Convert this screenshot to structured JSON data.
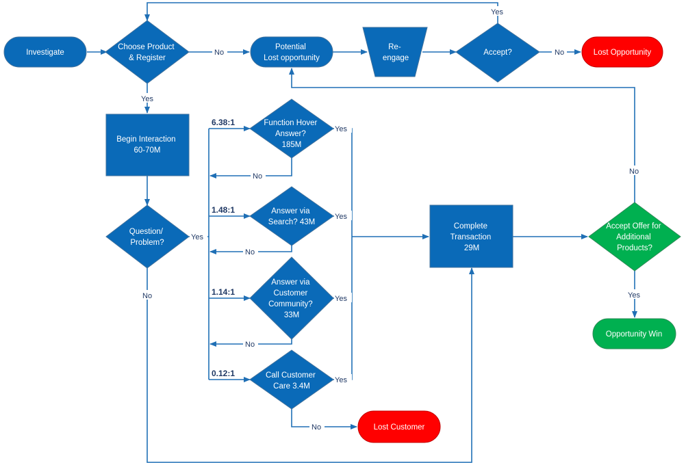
{
  "nodes": {
    "investigate": {
      "lines": [
        "Investigate"
      ]
    },
    "choose_product": {
      "lines": [
        "Choose Product",
        "& Register"
      ]
    },
    "potential_lost": {
      "lines": [
        "Potential",
        "Lost opportunity"
      ]
    },
    "reengage": {
      "lines": [
        "Re-",
        "engage"
      ]
    },
    "accept": {
      "lines": [
        "Accept?"
      ]
    },
    "lost_opportunity": {
      "lines": [
        "Lost Opportunity"
      ]
    },
    "begin_interaction": {
      "lines": [
        "Begin Interaction",
        "60-70M"
      ]
    },
    "question": {
      "lines": [
        "Question/",
        "Problem?"
      ]
    },
    "function_hover": {
      "lines": [
        "Function Hover",
        "Answer?",
        "185M"
      ]
    },
    "answer_search": {
      "lines": [
        "Answer via",
        "Search? 43M"
      ]
    },
    "answer_community": {
      "lines": [
        "Answer via",
        "Customer",
        "Community?",
        "33M"
      ]
    },
    "call_care": {
      "lines": [
        "Call Customer",
        "Care 3.4M"
      ]
    },
    "lost_customer": {
      "lines": [
        "Lost Customer"
      ]
    },
    "complete_transaction": {
      "lines": [
        "Complete",
        "Transaction",
        "29M"
      ]
    },
    "accept_offer": {
      "lines": [
        "Accept Offer for",
        "Additional",
        "Products?"
      ]
    },
    "opportunity_win": {
      "lines": [
        "Opportunity Win"
      ]
    }
  },
  "edge_labels": {
    "yes": "Yes",
    "no": "No"
  },
  "ratios": {
    "function_hover": "6.38:1",
    "answer_search": "1.48:1",
    "answer_community": "1.14:1",
    "call_care": "0.12:1"
  },
  "colors": {
    "process": "#0a6ab8",
    "negative_terminal": "#ff0000",
    "positive": "#00b050",
    "connector": "#1f6fb5",
    "label": "#1f3864"
  }
}
